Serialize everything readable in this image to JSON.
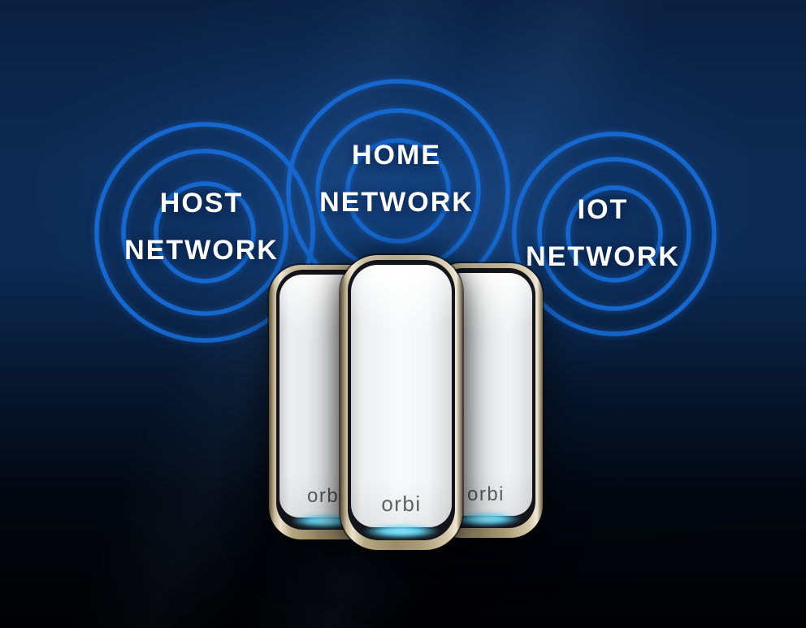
{
  "banner": {
    "description": "Orbi tri-band mesh system hero banner with three network zones"
  },
  "network_labels": [
    {
      "id": "host",
      "line1": "HOST",
      "line2": "NETWORK"
    },
    {
      "id": "home",
      "line1": "HOME",
      "line2": "NETWORK"
    },
    {
      "id": "iot",
      "line1": "IOT",
      "line2": "NETWORK"
    }
  ],
  "devices": [
    {
      "id": "left-satellite",
      "brand": "orbi"
    },
    {
      "id": "center-router",
      "brand": "orbi"
    },
    {
      "id": "right-satellite",
      "brand": "orbi"
    }
  ],
  "colors": {
    "ring_blue": "#1668cf",
    "led_cyan": "#5fd6f7",
    "logo_gray": "#5c6166",
    "text_white": "#ffffff",
    "frame_gold": "#b7a883",
    "background_navy": "#0d2a52"
  }
}
